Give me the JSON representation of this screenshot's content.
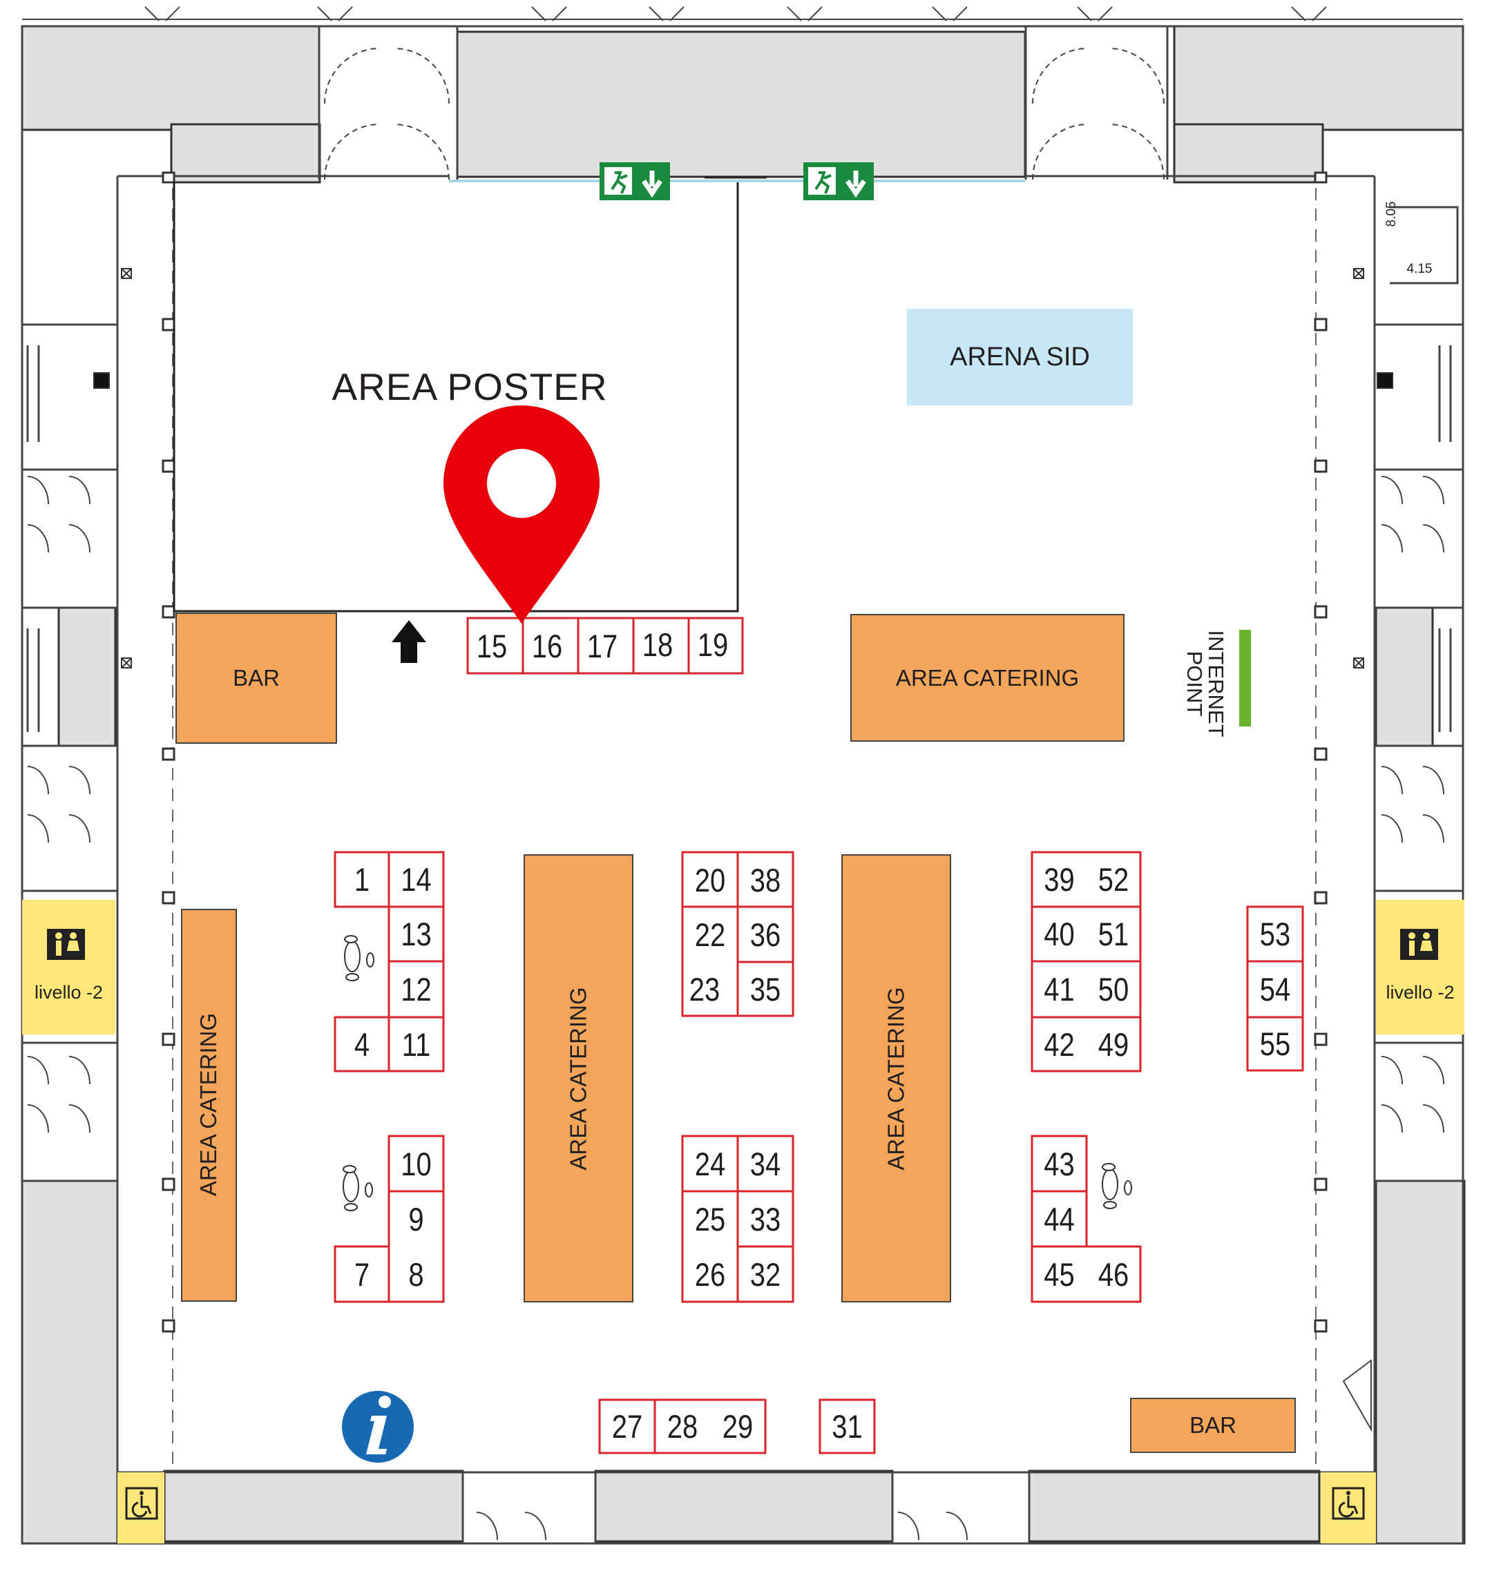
{
  "areas": {
    "poster": "AREA POSTER",
    "arena": "ARENA SID",
    "catering_top": "AREA CATERING",
    "catering_left": "AREA CATERING",
    "catering_mid1": "AREA CATERING",
    "catering_mid2": "AREA CATERING",
    "bar_top": "BAR",
    "bar_bottom": "BAR",
    "internet_line1": "INTERNET",
    "internet_line2": "POINT",
    "livello_left": "livello -2",
    "livello_right": "livello -2"
  },
  "measurements": {
    "height": "8.05",
    "width": "4.15"
  },
  "booths": {
    "b1": "1",
    "b4": "4",
    "b7": "7",
    "b8": "8",
    "b9": "9",
    "b10": "10",
    "b11": "11",
    "b12": "12",
    "b13": "13",
    "b14": "14",
    "b15": "15",
    "b16": "16",
    "b17": "17",
    "b18": "18",
    "b19": "19",
    "b20": "20",
    "b22": "22",
    "b23": "23",
    "b24": "24",
    "b25": "25",
    "b26": "26",
    "b27": "27",
    "b28": "28",
    "b29": "29",
    "b31": "31",
    "b32": "32",
    "b33": "33",
    "b34": "34",
    "b35": "35",
    "b36": "36",
    "b38": "38",
    "b39": "39",
    "b40": "40",
    "b41": "41",
    "b42": "42",
    "b43": "43",
    "b44": "44",
    "b45": "45",
    "b46": "46",
    "b49": "49",
    "b50": "50",
    "b51": "51",
    "b52": "52",
    "b53": "53",
    "b54": "54",
    "b55": "55"
  },
  "colors": {
    "booth_border": "#d9242b",
    "catering": "#f3a65a",
    "arena": "#c7e6f6",
    "marker": "#e8000b",
    "exit": "#1a8a3e",
    "wc": "#fde778",
    "info": "#1769b3",
    "internet": "#67b32e",
    "wall_fill": "#e0e0e0"
  },
  "icons": {
    "marker": "location-pin-icon",
    "arrow": "arrow-up-icon",
    "info": "info-icon",
    "exit": "emergency-exit-icon",
    "wc": "restroom-icon",
    "accessible": "wheelchair-icon",
    "footprints": "footprints-icon"
  }
}
